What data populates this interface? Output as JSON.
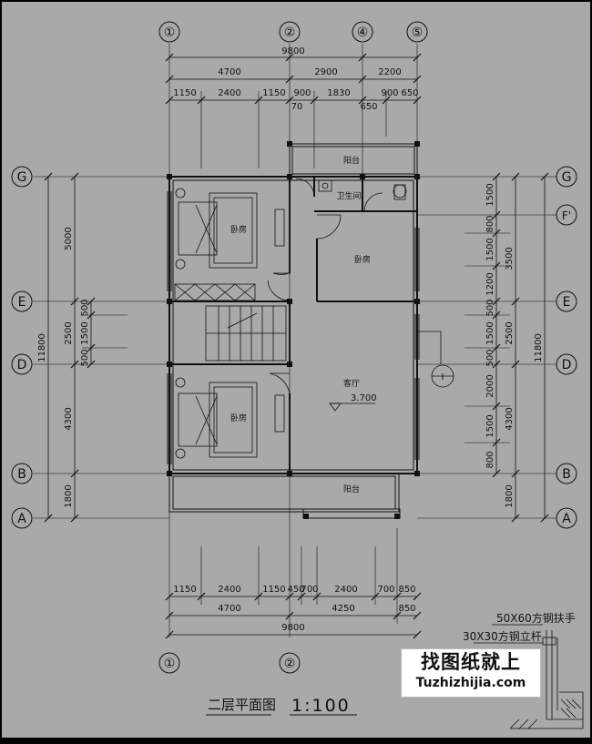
{
  "colors": {
    "background": "#a9a9a9",
    "line": "#111111",
    "paper_border": "#000000"
  },
  "axes_top": [
    "①",
    "②",
    "④",
    "⑤"
  ],
  "axes_bottom": [
    "①",
    "②"
  ],
  "axes_left": [
    "G",
    "E",
    "D",
    "B",
    "A"
  ],
  "axes_right": [
    "G",
    "F'",
    "E",
    "D",
    "B",
    "A"
  ],
  "dims_top": {
    "total": "9800",
    "row2": [
      "4700",
      "2900",
      "2200"
    ],
    "row3": [
      "1150",
      "2400",
      "1150",
      "900",
      "1830",
      "900",
      "650"
    ],
    "extra": [
      "70",
      "650"
    ]
  },
  "dims_bottom": {
    "row1": [
      "1150",
      "2400",
      "1150",
      "450",
      "700",
      "2400",
      "700",
      "850"
    ],
    "row2": [
      "4700",
      "4250",
      "850"
    ],
    "total": "9800"
  },
  "dims_left": {
    "total": "11800",
    "mid": [
      "5000",
      "2500",
      "4300",
      "1800"
    ],
    "inner": [
      "500",
      "1500",
      "500"
    ]
  },
  "dims_right": {
    "total": "11800",
    "mid": [
      "3500",
      "2500",
      "4300",
      "1800"
    ],
    "inner": [
      "1500",
      "800",
      "1500",
      "1200",
      "500",
      "1500",
      "500",
      "2000",
      "1500",
      "800"
    ]
  },
  "rooms": {
    "balcony_top": "阳台",
    "bathroom": "卫生间",
    "bedroom_left_top": "卧房",
    "bedroom_right": "卧房",
    "bedroom_left_bottom": "卧房",
    "living": "客厅",
    "elevation": "3.700",
    "balcony_bottom": "阳台"
  },
  "section_mark": "I",
  "title": "二层平面图",
  "scale": "1:100",
  "detail": {
    "label1": "50X60方钢扶手",
    "label2": "30X30方钢立杆"
  },
  "watermark": {
    "cn": "找图纸就上",
    "en": "Tuzhizhijia.com"
  }
}
